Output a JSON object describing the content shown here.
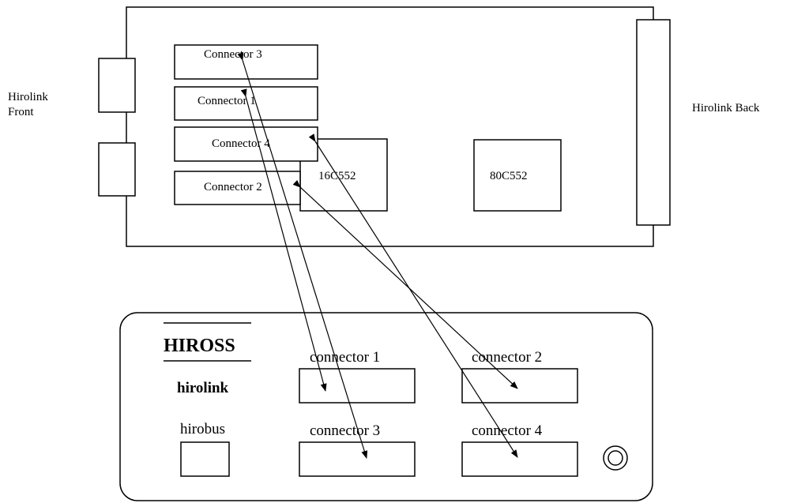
{
  "side_labels": {
    "front_line1": "Hirolink",
    "front_line2": "Front",
    "back": "Hirolink Back"
  },
  "board": {
    "connectors": [
      "Connector 3",
      "Connector 1",
      "Connector 4",
      "Connector 2"
    ],
    "chip_a": "16C552",
    "chip_b": "80C552"
  },
  "panel": {
    "brand": "HIROSS",
    "product": "hirolink",
    "bus": "hirobus",
    "ports": [
      "connector 1",
      "connector 2",
      "connector 3",
      "connector 4"
    ]
  }
}
